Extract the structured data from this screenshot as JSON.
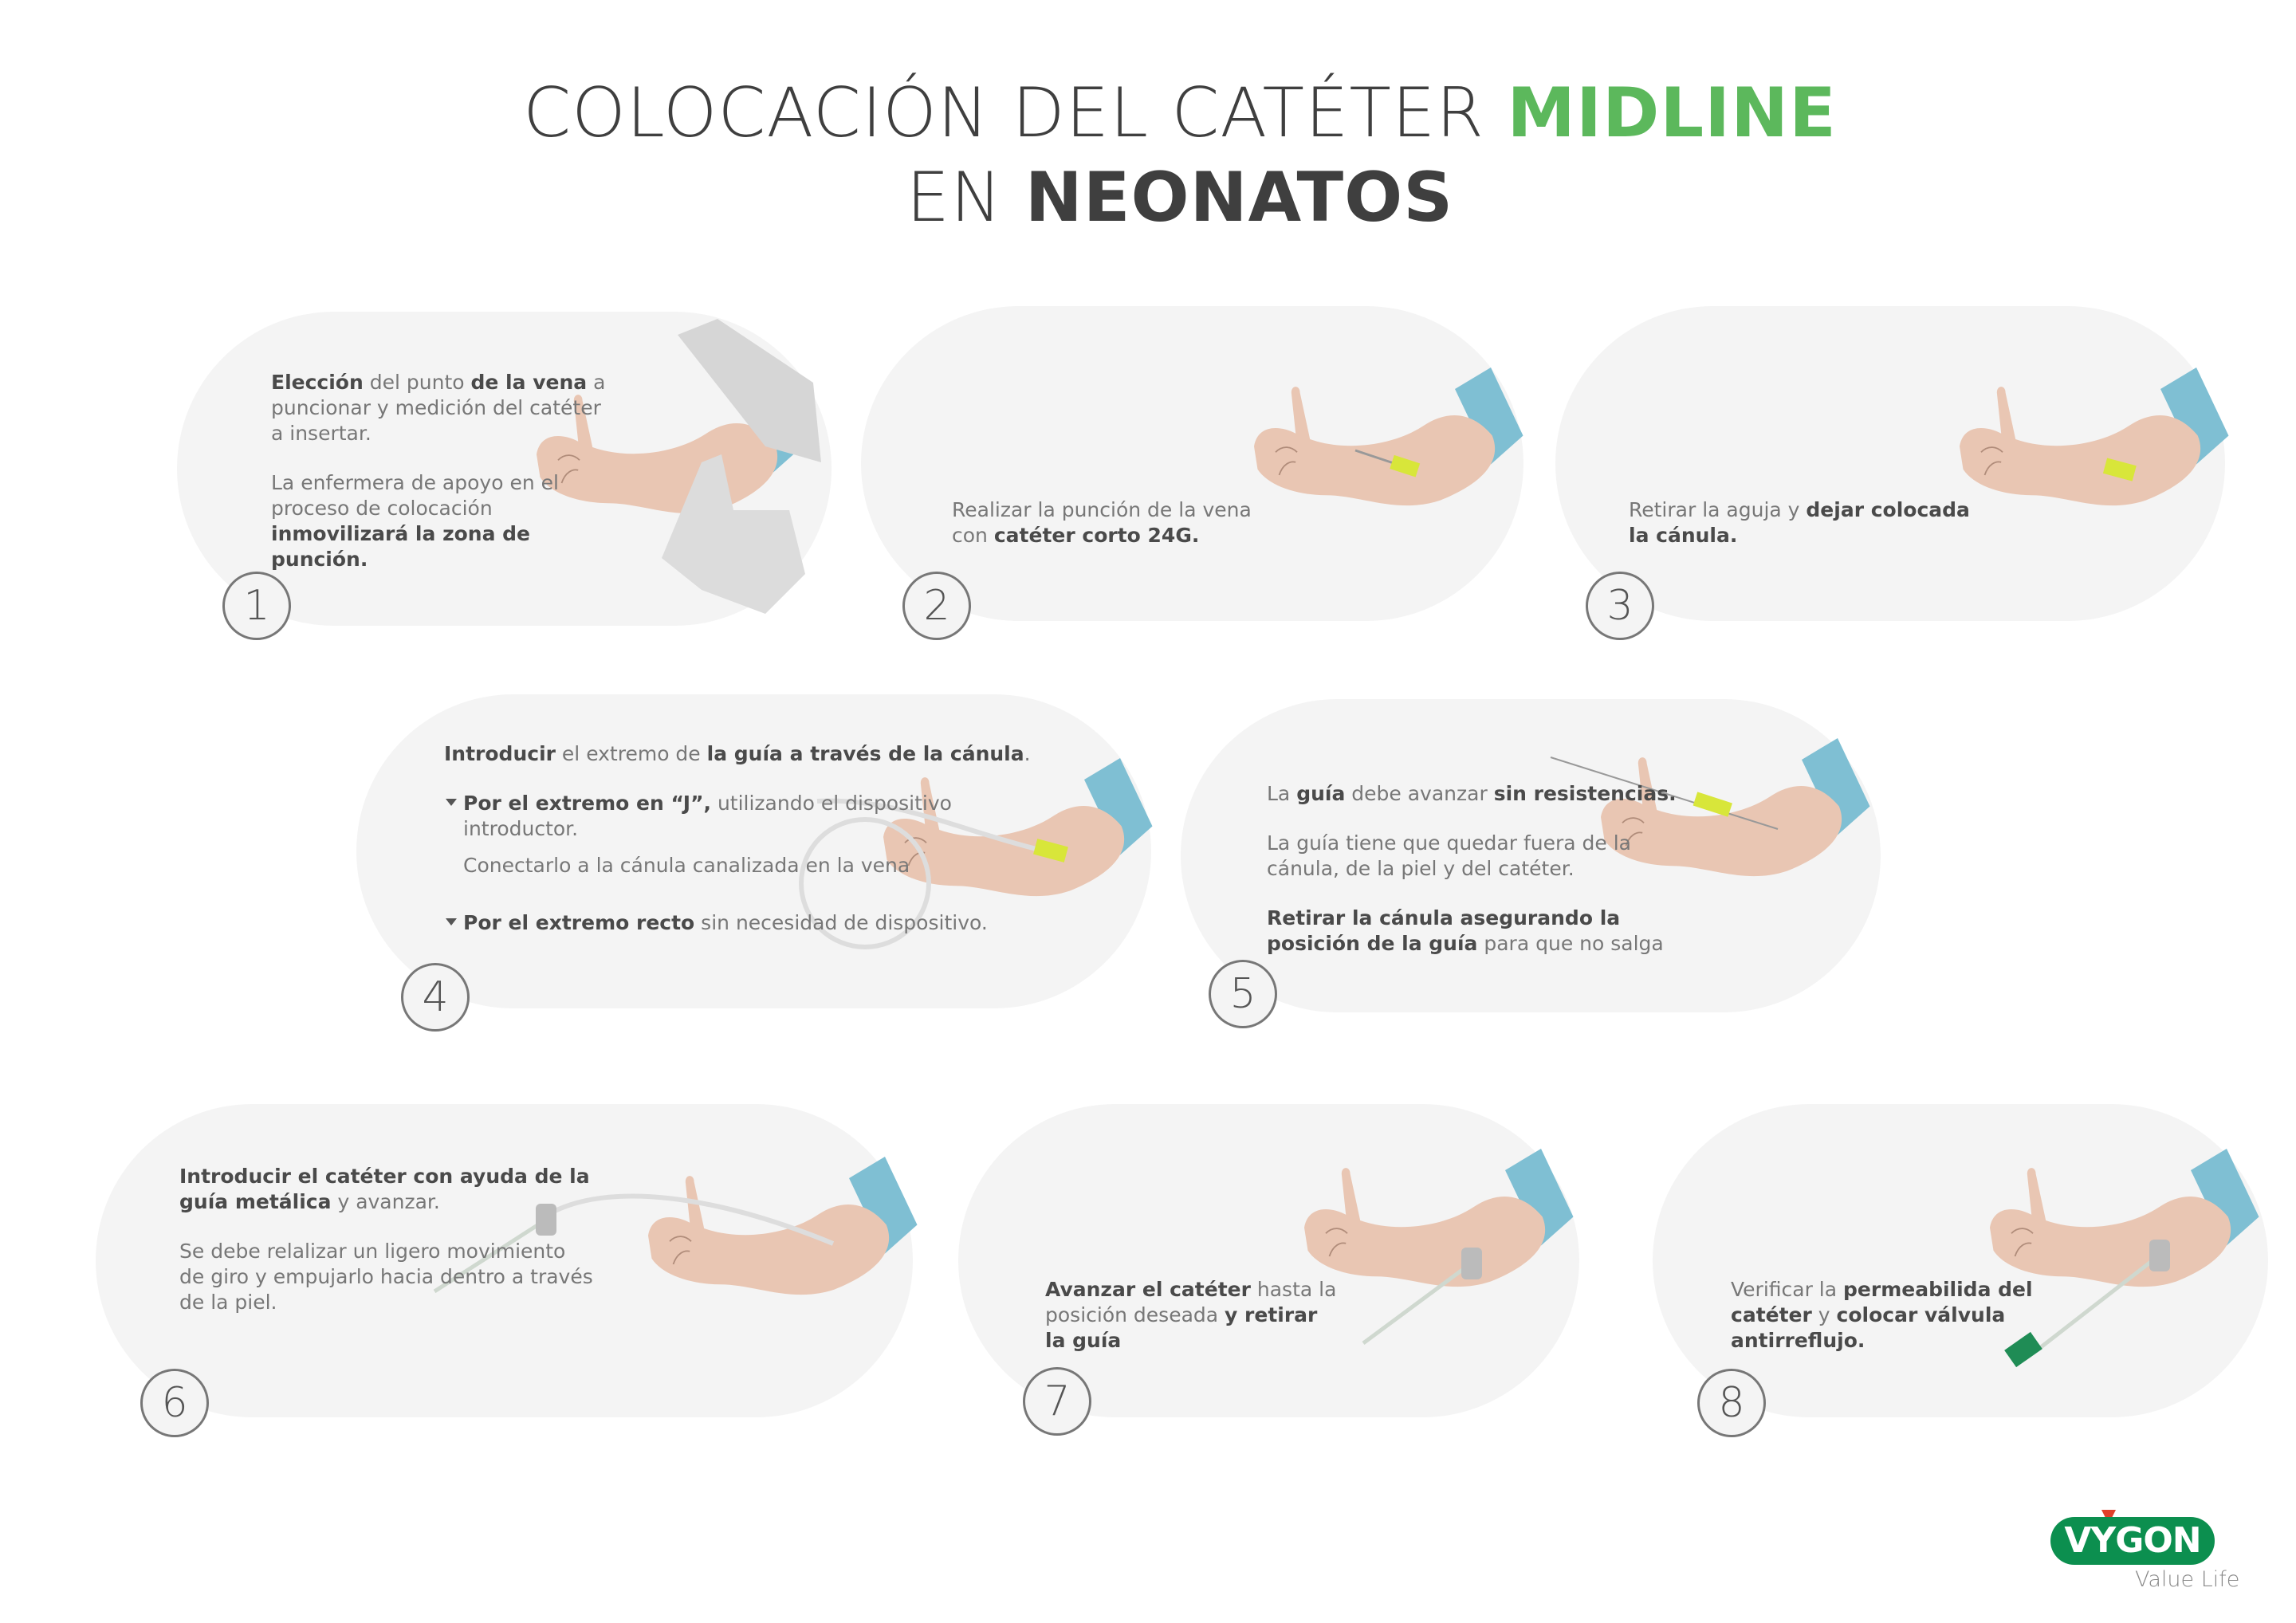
{
  "title": {
    "line1_light": "COLOCACIÓN DEL CATÉTER ",
    "line1_accent": "MIDLINE",
    "line2_light": "EN ",
    "line2_bold": "NEONATOS"
  },
  "colors": {
    "accent": "#5cb85c",
    "panel": "#f4f4f4",
    "skin": "#e9c6b3",
    "sleeve": "#7fbfd3",
    "cannula": "#d8e63a",
    "brand": "#0c8f4f"
  },
  "steps": [
    {
      "number": "1",
      "paragraphs": [
        [
          {
            "t": "Elección",
            "b": true
          },
          {
            "t": " del punto "
          },
          {
            "t": "de la vena",
            "b": true
          },
          {
            "t": " a puncionar y medición del catéter a insertar."
          }
        ],
        [
          {
            "t": "La enfermera de apoyo en el proceso de colocación "
          },
          {
            "t": "inmovilizará la zona de punción.",
            "b": true
          }
        ]
      ]
    },
    {
      "number": "2",
      "paragraphs": [
        [
          {
            "t": "Realizar la punción de la vena con "
          },
          {
            "t": "catéter corto 24G.",
            "b": true
          }
        ]
      ]
    },
    {
      "number": "3",
      "paragraphs": [
        [
          {
            "t": "Retirar la aguja y "
          },
          {
            "t": "dejar colocada la cánula.",
            "b": true
          }
        ]
      ]
    },
    {
      "number": "4",
      "paragraphs": [
        [
          {
            "t": "Introducir",
            "b": true
          },
          {
            "t": " el extremo de "
          },
          {
            "t": "la guía a través de la cánula",
            "b": true
          },
          {
            "t": "."
          }
        ]
      ],
      "bullets": [
        {
          "text": [
            {
              "t": "Por el extremo en “J”,",
              "b": true
            },
            {
              "t": " utilizando el dispositivo introductor."
            }
          ],
          "note": "Conectarlo a la cánula canalizada en la vena"
        },
        {
          "text": [
            {
              "t": "Por el extremo recto",
              "b": true
            },
            {
              "t": " sin necesidad de dispositivo."
            }
          ]
        }
      ]
    },
    {
      "number": "5",
      "paragraphs": [
        [
          {
            "t": "La "
          },
          {
            "t": "guía",
            "b": true
          },
          {
            "t": " debe avanzar "
          },
          {
            "t": "sin resistencias.",
            "b": true
          }
        ],
        [
          {
            "t": "La guía tiene que quedar fuera de la cánula, de la piel y del catéter."
          }
        ],
        [
          {
            "t": "Retirar la cánula asegurando la posición de la guía",
            "b": true
          },
          {
            "t": " para que no salga"
          }
        ]
      ]
    },
    {
      "number": "6",
      "paragraphs": [
        [
          {
            "t": "Introducir el catéter con ayuda de la guía metálica",
            "b": true
          },
          {
            "t": " y avanzar."
          }
        ],
        [
          {
            "t": "Se debe relalizar un ligero movimiento de giro y empujarlo hacia dentro a través de la piel."
          }
        ]
      ]
    },
    {
      "number": "7",
      "paragraphs": [
        [
          {
            "t": "Avanzar el catéter",
            "b": true
          },
          {
            "t": " hasta la posición deseada "
          },
          {
            "t": "y retirar la guía",
            "b": true
          }
        ]
      ]
    },
    {
      "number": "8",
      "paragraphs": [
        [
          {
            "t": "Verificar la "
          },
          {
            "t": "permeabilida del catéter",
            "b": true
          },
          {
            "t": " y "
          },
          {
            "t": "colocar válvula antirreflujo.",
            "b": true
          }
        ]
      ]
    }
  ],
  "brand": {
    "logo": "VYGON",
    "tagline": "Value Life"
  }
}
